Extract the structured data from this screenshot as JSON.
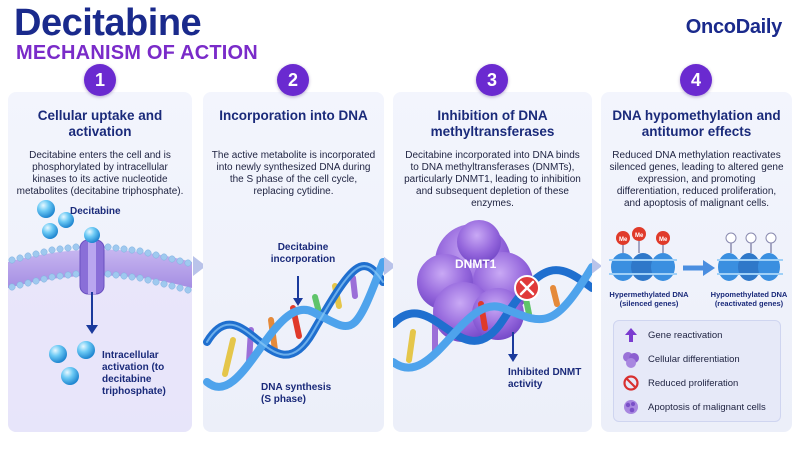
{
  "header": {
    "title": "Decitabine",
    "subtitle": "MECHANISM OF ACTION",
    "brand": "OncoDaily"
  },
  "colors": {
    "title": "#1a2a8c",
    "subtitle": "#7a2bc9",
    "badge": "#6a2ad0",
    "dna_blue": "#2d7fd6",
    "enzyme_purple": "#8c5fd6",
    "inhibit_red": "#e03a3a"
  },
  "steps": [
    {
      "number": "1",
      "title": "Cellular uptake and activation",
      "body": "Decitabine enters the cell and is phosphorylated by intracellular kinases to its active nucleotide metabolites (decitabine triphosphate).",
      "labels": {
        "drug": "Decitabine",
        "result": "Intracellular activation (to decitabine triphosphate)"
      }
    },
    {
      "number": "2",
      "title": "Incorporation into DNA",
      "body": "The active metabolite is incorporated into newly synthesized DNA during the S phase of the cell cycle, replacing cytidine.",
      "labels": {
        "incorporation": "Decitabine incorporation",
        "synthesis": "DNA synthesis (S phase)"
      }
    },
    {
      "number": "3",
      "title": "Inhibition of DNA methyltransferases",
      "body": "Decitabine incorporated into DNA binds to DNA methyltransferases (DNMTs), particularly DNMT1, leading to inhibition and subsequent depletion of these enzymes.",
      "labels": {
        "enzyme": "DNMT1",
        "inhibited": "Inhibited DNMT activity"
      }
    },
    {
      "number": "4",
      "title": "DNA hypomethylation and antitumor effects",
      "body": "Reduced DNA methylation reactivates silenced genes, leading to altered gene expression, and promoting differentiation, reduced proliferation, and apoptosis of malignant cells.",
      "labels": {
        "methyl_tag": "Me",
        "hyper": "Hypermethylated DNA (silenced genes)",
        "hypo": "Hypomethylated DNA (reactivated genes)"
      },
      "legend": [
        {
          "icon": "up-arrow-icon",
          "text": "Gene reactivation"
        },
        {
          "icon": "cell-cluster-icon",
          "text": "Cellular differentiation"
        },
        {
          "icon": "prohibited-icon",
          "text": "Reduced proliferation"
        },
        {
          "icon": "apoptotic-cell-icon",
          "text": "Apoptosis of malignant cells"
        }
      ]
    }
  ]
}
